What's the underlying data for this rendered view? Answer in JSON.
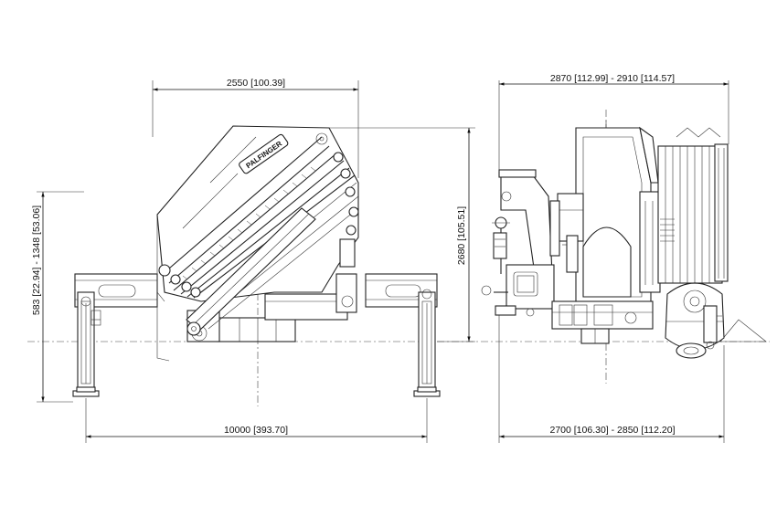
{
  "dimensions": {
    "front_width": "2550  [100.39]",
    "height": "2680  [105.51]",
    "outrigger_span": "10000  [393.70]",
    "outrigger_height": "583  [22.94] - 1348  [53.06]",
    "side_top_width": "2870  [112.99] - 2910  [114.57]",
    "side_bottom_width": "2700  [106.30] - 2850  [112.20]"
  },
  "logo": "PALFINGER",
  "colors": {
    "line": "#222222",
    "background": "#ffffff"
  }
}
